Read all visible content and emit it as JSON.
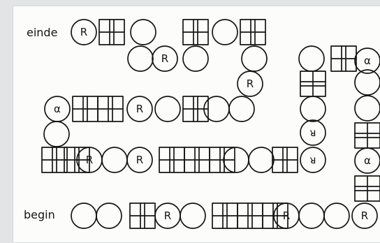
{
  "labels": {
    "end": "einde",
    "start": "begin"
  },
  "symbols": {
    "R": "R",
    "reversed_r": "ᴚ",
    "alpha": "α"
  },
  "board": {
    "ink_color": "#151515",
    "paper_color": "#fcfcfb"
  }
}
